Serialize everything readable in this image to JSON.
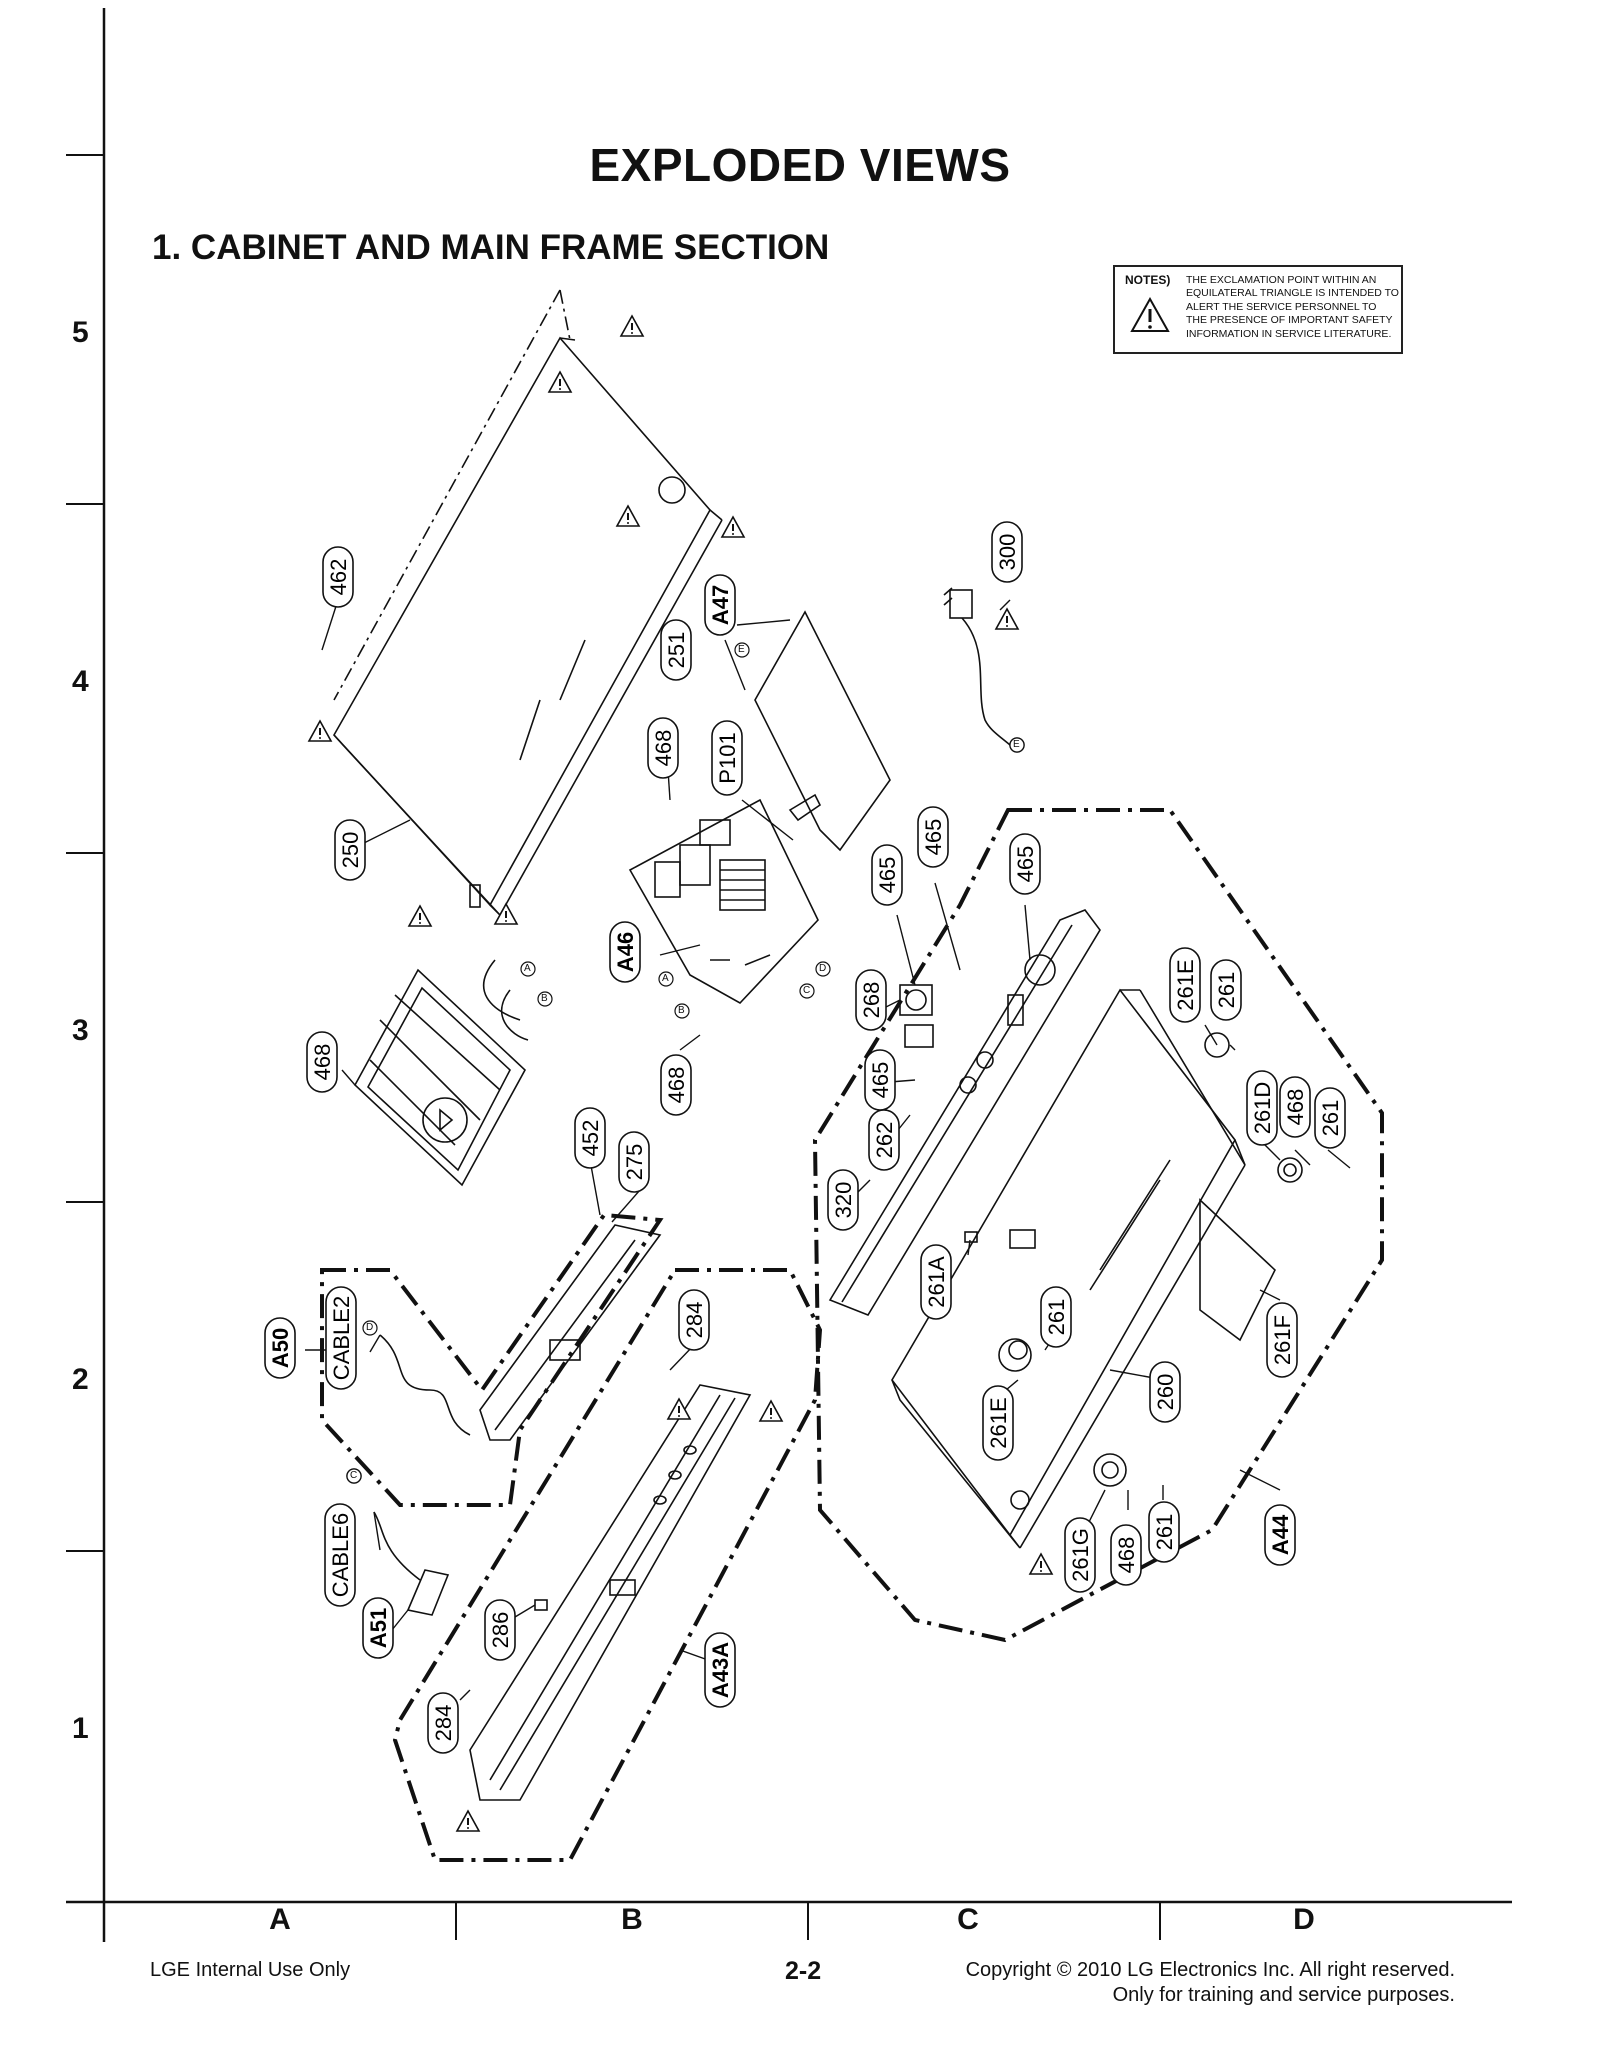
{
  "page": {
    "title": "EXPLODED VIEWS",
    "section": "1. CABINET AND MAIN FRAME SECTION",
    "notes_label": "NOTES)",
    "notes_text": "THE EXCLAMATION POINT WITHIN AN EQUILATERAL TRIANGLE IS INTENDED TO ALERT THE SERVICE PERSONNEL TO THE PRESENCE OF IMPORTANT SAFETY INFORMATION IN SERVICE LITERATURE."
  },
  "grid": {
    "rows": [
      "5",
      "4",
      "3",
      "2",
      "1"
    ],
    "columns": [
      "A",
      "B",
      "C",
      "D"
    ]
  },
  "callouts": [
    {
      "id": "c462",
      "text": "462"
    },
    {
      "id": "c250",
      "text": "250"
    },
    {
      "id": "c251",
      "text": "251"
    },
    {
      "id": "cA47",
      "text": "A47",
      "bold": true
    },
    {
      "id": "c468a",
      "text": "468"
    },
    {
      "id": "cP101",
      "text": "P101"
    },
    {
      "id": "c300",
      "text": "300"
    },
    {
      "id": "cA46",
      "text": "A46",
      "bold": true
    },
    {
      "id": "c468b",
      "text": "468"
    },
    {
      "id": "c465a",
      "text": "465"
    },
    {
      "id": "c465b",
      "text": "465"
    },
    {
      "id": "c465c",
      "text": "465"
    },
    {
      "id": "c268",
      "text": "268"
    },
    {
      "id": "c465d",
      "text": "465"
    },
    {
      "id": "c262",
      "text": "262"
    },
    {
      "id": "c320",
      "text": "320"
    },
    {
      "id": "c468c",
      "text": "468"
    },
    {
      "id": "c452",
      "text": "452"
    },
    {
      "id": "c275",
      "text": "275"
    },
    {
      "id": "cA50",
      "text": "A50",
      "bold": true
    },
    {
      "id": "cCABLE2",
      "text": "CABLE2"
    },
    {
      "id": "c284a",
      "text": "284"
    },
    {
      "id": "cCABLE6",
      "text": "CABLE6"
    },
    {
      "id": "cA51",
      "text": "A51",
      "bold": true
    },
    {
      "id": "c286",
      "text": "286"
    },
    {
      "id": "cA43A",
      "text": "A43A",
      "bold": true
    },
    {
      "id": "c284b",
      "text": "284"
    },
    {
      "id": "c261Ea",
      "text": "261E"
    },
    {
      "id": "c261a",
      "text": "261"
    },
    {
      "id": "c261D",
      "text": "261D"
    },
    {
      "id": "c468d",
      "text": "468"
    },
    {
      "id": "c261b",
      "text": "261"
    },
    {
      "id": "c261A",
      "text": "261A"
    },
    {
      "id": "c261c",
      "text": "261"
    },
    {
      "id": "c261F",
      "text": "261F"
    },
    {
      "id": "c260",
      "text": "260"
    },
    {
      "id": "c261Eb",
      "text": "261E"
    },
    {
      "id": "c261G",
      "text": "261G"
    },
    {
      "id": "c468e",
      "text": "468"
    },
    {
      "id": "c261d",
      "text": "261"
    },
    {
      "id": "cA44",
      "text": "A44",
      "bold": true
    }
  ],
  "connectors": {
    "a": "A",
    "b": "B",
    "c": "C",
    "d": "D",
    "e": "E"
  },
  "footer": {
    "left": "LGE Internal Use Only",
    "center": "2-2",
    "right_line1": "Copyright © 2010 LG Electronics Inc. All right reserved.",
    "right_line2": "Only for training and service purposes."
  }
}
